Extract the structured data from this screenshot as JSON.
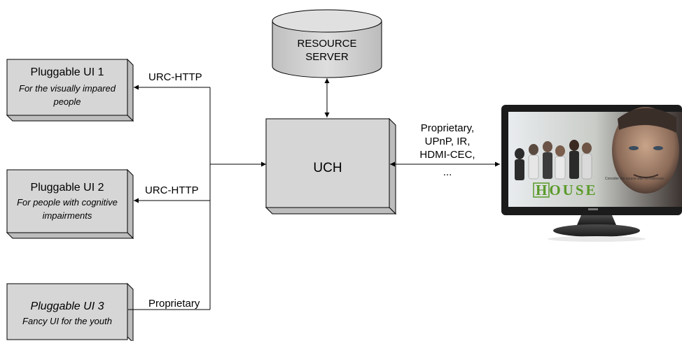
{
  "ui_boxes": [
    {
      "title": "Pluggable UI 1",
      "subtitle_lines": [
        "For the visually impared",
        "people"
      ],
      "link_label": "URC-HTTP"
    },
    {
      "title": "Pluggable UI 2",
      "subtitle_lines": [
        "For people with cognitive",
        "impairments"
      ],
      "link_label": "URC-HTTP"
    },
    {
      "title": "Pluggable UI 3",
      "subtitle_lines": [
        "Fancy UI for the youth"
      ],
      "link_label": "Proprietary"
    }
  ],
  "resource_server": {
    "lines": [
      "RESOURCE",
      "SERVER"
    ]
  },
  "uch": {
    "label": "UCH"
  },
  "tv_link": {
    "lines": [
      "Proprietary,",
      "UPnP, IR,",
      "HDMI-CEC,",
      "..."
    ]
  },
  "tv": {
    "logo_text": "HOUSE",
    "tagline": "Consider the source with no exposure..."
  },
  "colors": {
    "box_fill": "#d6d6d6",
    "box_side": "#bdbdbd",
    "box_top": "#e9e9e9",
    "stroke": "#000000",
    "tv_logo": "#5a9a2a"
  }
}
